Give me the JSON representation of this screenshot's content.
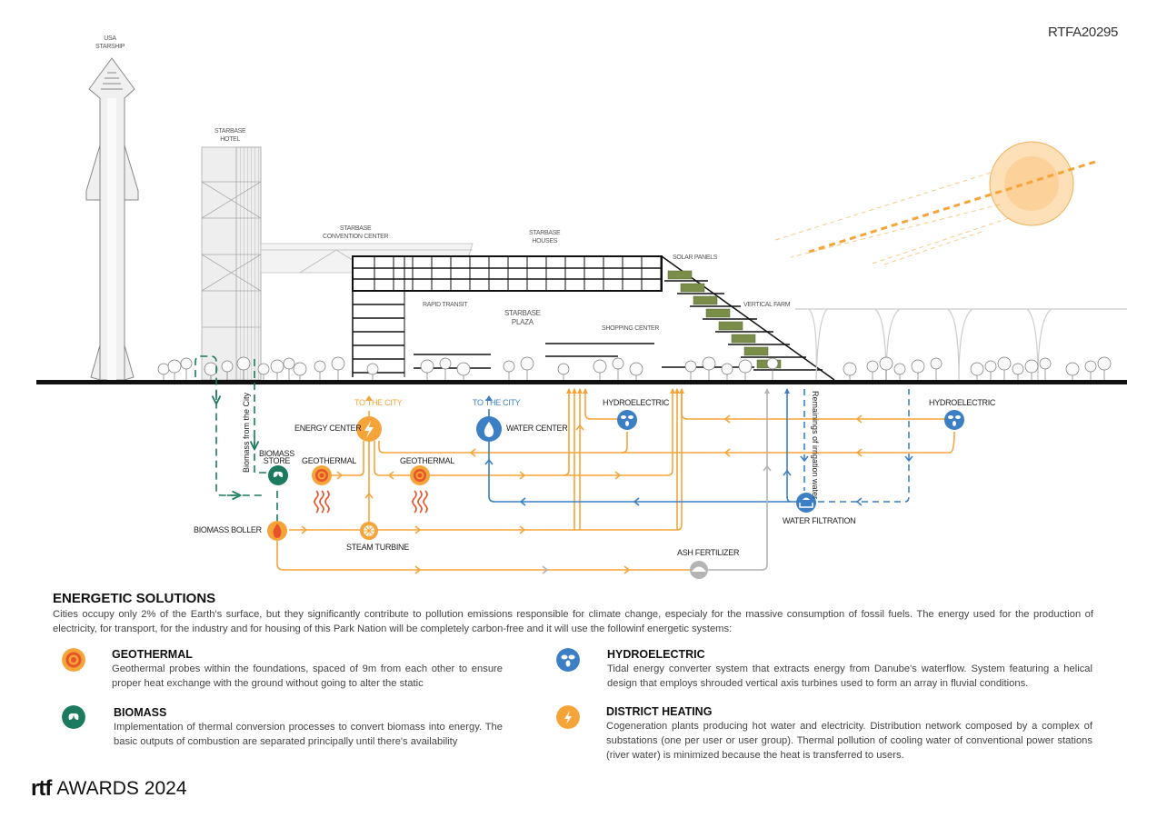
{
  "header": {
    "code": "RTFA20295"
  },
  "colors": {
    "orange": "#f5a43a",
    "orange_text": "#f5a43a",
    "red_orange": "#e8542a",
    "blue": "#3d7fc4",
    "green": "#1c7a5e",
    "gray": "#b4b4b4",
    "sun_fill": "#fde0b8",
    "sun_core": "#fcd29a",
    "ground": "#111111",
    "solar_green": "#7a8e4a"
  },
  "architecture_labels": {
    "starship": [
      "USA",
      "STARSHIP"
    ],
    "hotel": [
      "STARBASE",
      "HOTEL"
    ],
    "convention": [
      "STARBASE",
      "CONVENTION CENTER"
    ],
    "houses": [
      "STARBASE",
      "HOUSES"
    ],
    "solar_panels": "SOLAR PANELS",
    "rapid_transit": "RAPID TRANSIT",
    "plaza": [
      "STARBASE",
      "PLAZA"
    ],
    "shopping": "SHOPPING CENTER",
    "vertical_farm": "VERTICAL FARM"
  },
  "flow_labels": {
    "to_city_energy": "TO THE CITY",
    "to_city_water": "TO THE CITY",
    "energy_center": "ENERGY CENTER",
    "water_center": "WATER CENTER",
    "hydroelectric_1": "HYDROELECTRIC",
    "hydroelectric_2": "HYDROELECTRIC",
    "biomass_store": [
      "BIOMASS",
      "STORE"
    ],
    "geothermal_1": "GEOTHERMAL",
    "geothermal_2": "GEOTHERMAL",
    "biomass_boiler": "BIOMASS BOLLER",
    "steam_turbine": "STEAM TURBINE",
    "ash_fertilizer": "ASH FERTILIZER",
    "water_filtration": "WATER FILTRATION",
    "biomass_from_city": "Biomass from the City",
    "irrigation_remains": "Remainings of irrigation water"
  },
  "section": {
    "title": "ENERGETIC SOLUTIONS",
    "intro": "Cities occupy only 2% of the Earth's surface, but they significantly contribute to pollution emissions responsible for climate change, especialy for the massive consumption of fossil fuels. The energy used for the production of electricity, for transport, for the industry and for housing of this Park Nation will be completely carbon-free and it will use the followinf energetic systems:",
    "solutions": [
      {
        "icon": "geothermal-icon",
        "title": "GEOTHERMAL",
        "text": "Geothermal probes within the foundations, spaced of 9m from each other to ensure proper heat exchange with the ground without going to alter the static"
      },
      {
        "icon": "biomass-leaf-icon",
        "title": "BIOMASS",
        "text": "Implementation of thermal conversion processes to convert biomass into energy. The basic outputs of combustion are separated principally until there's availability"
      },
      {
        "icon": "hydro-turbine-icon",
        "title": "HYDROELECTRIC",
        "text": "Tidal energy converter system that extracts energy from Danube's waterflow. System featuring a helical design that employs shrouded vertical axis turbines  used to form an array in fluvial conditions."
      },
      {
        "icon": "lightning-icon",
        "title": "DISTRICT HEATING",
        "text": "Cogeneration plants producing hot water and electricity. Distribution network composed by a complex of substations (one per user or user group). Thermal pollution of cooling water of conventional power stations (river water) is minimized because the heat is transferred to users."
      }
    ]
  },
  "footer": {
    "logo_mark": "rtf",
    "logo_text": "AWARDS 2024"
  }
}
